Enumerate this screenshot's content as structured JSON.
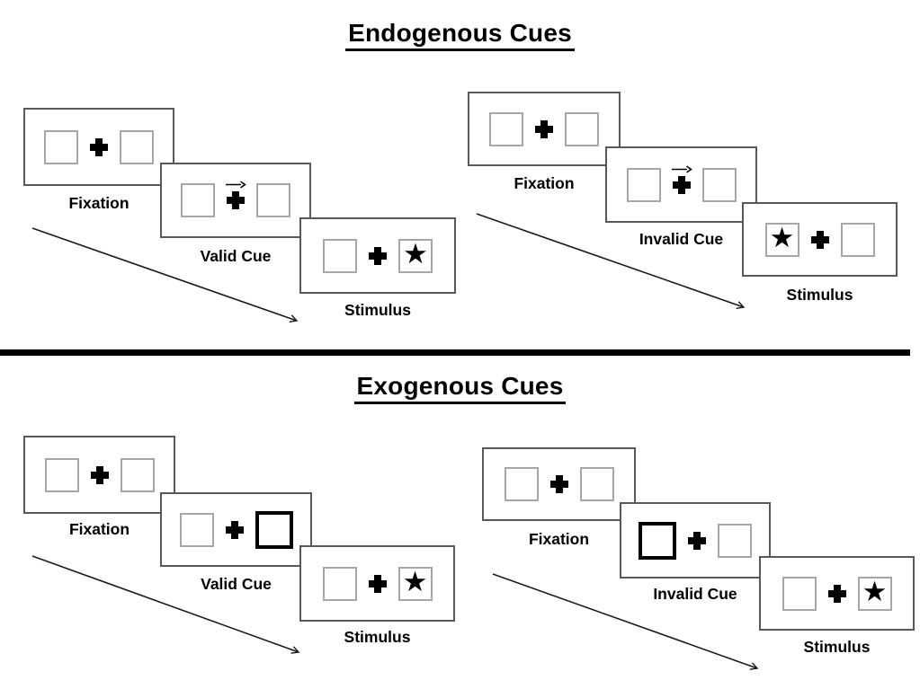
{
  "diagram": {
    "endogenous": {
      "title": "Endogenous Cues",
      "groups": [
        {
          "name": "valid",
          "panels": [
            {
              "label": "Fixation"
            },
            {
              "label": "Valid Cue"
            },
            {
              "label": "Stimulus",
              "star_side": "right"
            }
          ]
        },
        {
          "name": "invalid",
          "panels": [
            {
              "label": "Fixation"
            },
            {
              "label": "Invalid Cue"
            },
            {
              "label": "Stimulus",
              "star_side": "left"
            }
          ]
        }
      ]
    },
    "exogenous": {
      "title": "Exogenous Cues",
      "groups": [
        {
          "name": "valid",
          "panels": [
            {
              "label": "Fixation"
            },
            {
              "label": "Valid Cue",
              "cue_box_side": "right"
            },
            {
              "label": "Stimulus",
              "star_side": "right"
            }
          ]
        },
        {
          "name": "invalid",
          "panels": [
            {
              "label": "Fixation"
            },
            {
              "label": "Invalid Cue",
              "cue_box_side": "left"
            },
            {
              "label": "Stimulus",
              "star_side": "right"
            }
          ]
        }
      ]
    },
    "icons": {
      "star": "★"
    },
    "colors": {
      "panel_border": "#595959",
      "box_border": "#a6a6a6",
      "ink": "#000000"
    }
  }
}
